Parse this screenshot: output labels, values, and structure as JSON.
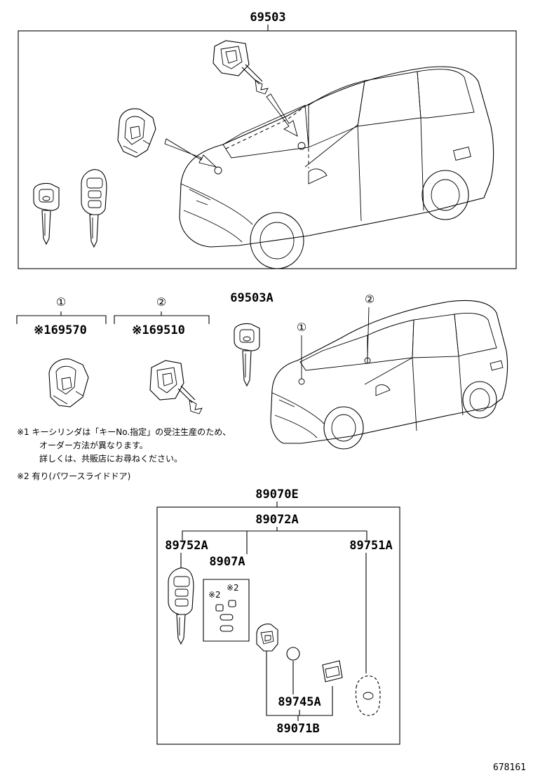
{
  "diagram": {
    "doc_id": "678161",
    "top_section": {
      "part_number": "69503"
    },
    "cylinder_set": {
      "part_number": "69503A"
    },
    "group_1": {
      "marker": "①",
      "part_number": "※169570"
    },
    "group_2": {
      "marker": "②",
      "part_number": "※169510"
    },
    "vehicle_markers": [
      "①",
      "②"
    ],
    "notes": [
      "※1  キーシリンダは「キーNo.指定」の受注生産のため、",
      "オーダー方法が異なります。",
      "詳しくは、共販店にお尋ねください。",
      "※2  有り(パワースライドドア)"
    ],
    "bottom_section": {
      "kit": "89070E",
      "assembly": "89072A",
      "key_left": "89752A",
      "small_parts": "8907A",
      "small_parts_mark_1": "※2",
      "small_parts_mark_2": "※2",
      "key_right": "89751A",
      "battery": "89745A",
      "case": "89071B"
    }
  }
}
